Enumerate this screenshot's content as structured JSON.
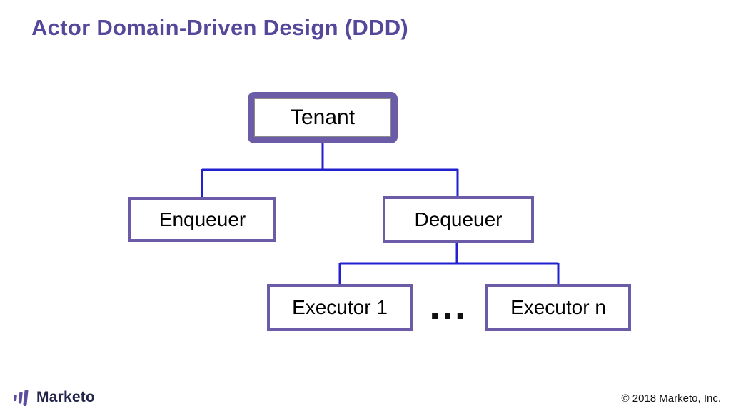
{
  "slide": {
    "title": "Actor Domain-Driven Design (DDD)"
  },
  "diagram": {
    "type": "org-tree",
    "nodes": [
      {
        "id": "tenant",
        "label": "Tenant",
        "level": 0
      },
      {
        "id": "enqueuer",
        "label": "Enqueuer",
        "level": 1
      },
      {
        "id": "dequeuer",
        "label": "Dequeuer",
        "level": 1
      },
      {
        "id": "executor1",
        "label": "Executor 1",
        "level": 2
      },
      {
        "id": "executorN",
        "label": "Executor n",
        "level": 2
      }
    ],
    "edges": [
      [
        "tenant",
        "enqueuer"
      ],
      [
        "tenant",
        "dequeuer"
      ],
      [
        "dequeuer",
        "executor1"
      ],
      [
        "dequeuer",
        "executorN"
      ]
    ],
    "ellipsis": "…"
  },
  "footer": {
    "logo": {
      "brand": "Marketo",
      "mark": "three-bars-icon"
    },
    "copyright": "© 2018 Marketo, Inc."
  },
  "colors": {
    "title_text": "#55489b",
    "box_border": "#6c5ca8",
    "connector": "#2121cf",
    "node_text": "#000000",
    "logo_mark": "#5c4b9f",
    "logo_text": "#23254a",
    "background": "#ffffff"
  }
}
